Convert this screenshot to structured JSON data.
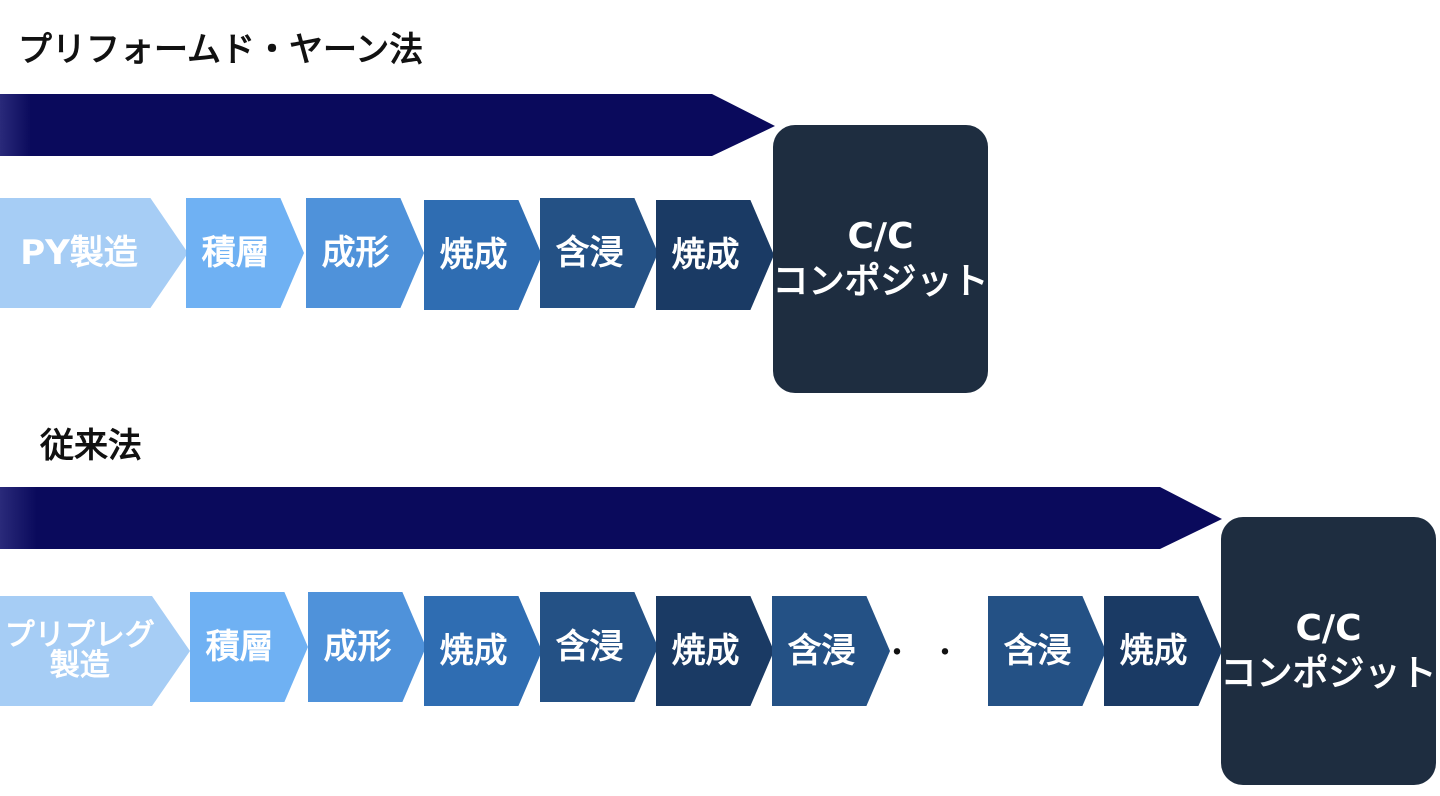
{
  "top": {
    "title": "プリフォームド・ヤーン法",
    "steps": [
      "PY製造",
      "積層",
      "成形",
      "焼成",
      "含浸",
      "焼成"
    ],
    "result": {
      "line1": "C/C",
      "line2": "コンポジット"
    }
  },
  "bottom": {
    "title": "従来法",
    "steps": [
      "プリプレグ\n製造",
      "積層",
      "成形",
      "焼成",
      "含浸",
      "焼成",
      "含浸"
    ],
    "ellipsis": "・・・",
    "steps_after": [
      "含浸",
      "焼成"
    ],
    "result": {
      "line1": "C/C",
      "line2": "コンポジット"
    }
  },
  "colors": {
    "arrow": "#0a0a5c",
    "result_box": "#1e2d40",
    "step_shades": [
      "#9ec8f7",
      "#6aaef2",
      "#4f8fd8",
      "#2f6cb0",
      "#234f82",
      "#1a3a63"
    ]
  }
}
